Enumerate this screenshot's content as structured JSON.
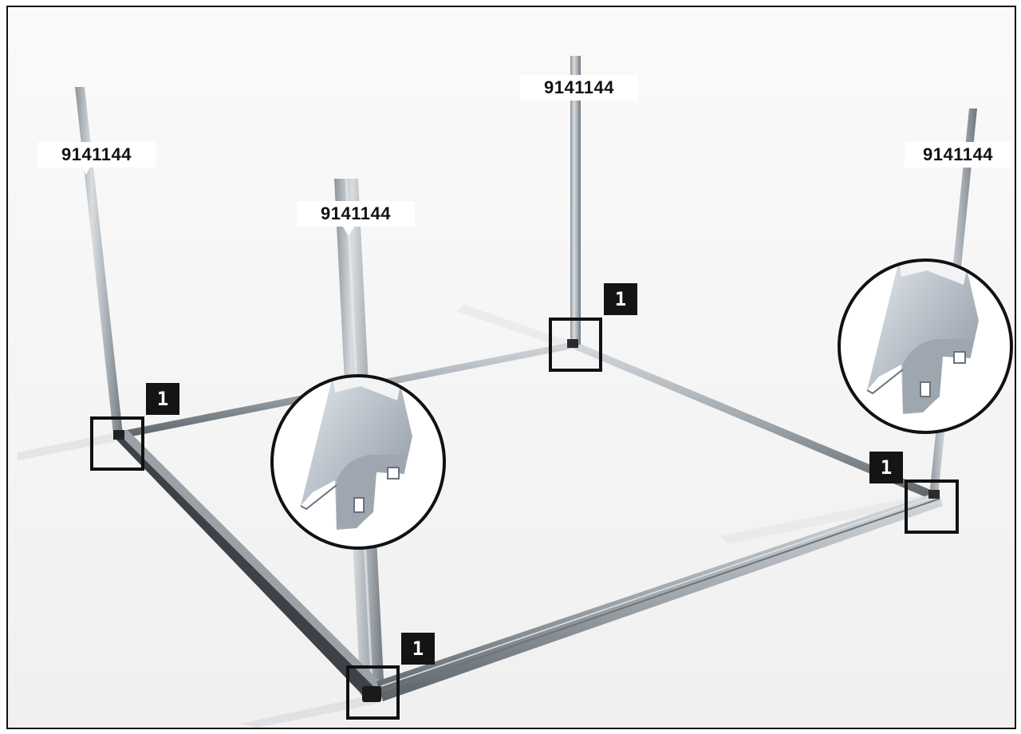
{
  "part_number_labels": [
    {
      "text": "9141144"
    },
    {
      "text": "9141144"
    },
    {
      "text": "9141144"
    },
    {
      "text": "9141144"
    }
  ],
  "corner_badges": [
    {
      "text": "1"
    },
    {
      "text": "1"
    },
    {
      "text": "1"
    },
    {
      "text": "1"
    }
  ],
  "colors": {
    "frame_border": "#111111",
    "badge_background": "#141414",
    "badge_text": "#ffffff",
    "aluminium": "#c4c9ce",
    "aluminium_dark": "#4e555c",
    "background": "#f6f6f6"
  }
}
